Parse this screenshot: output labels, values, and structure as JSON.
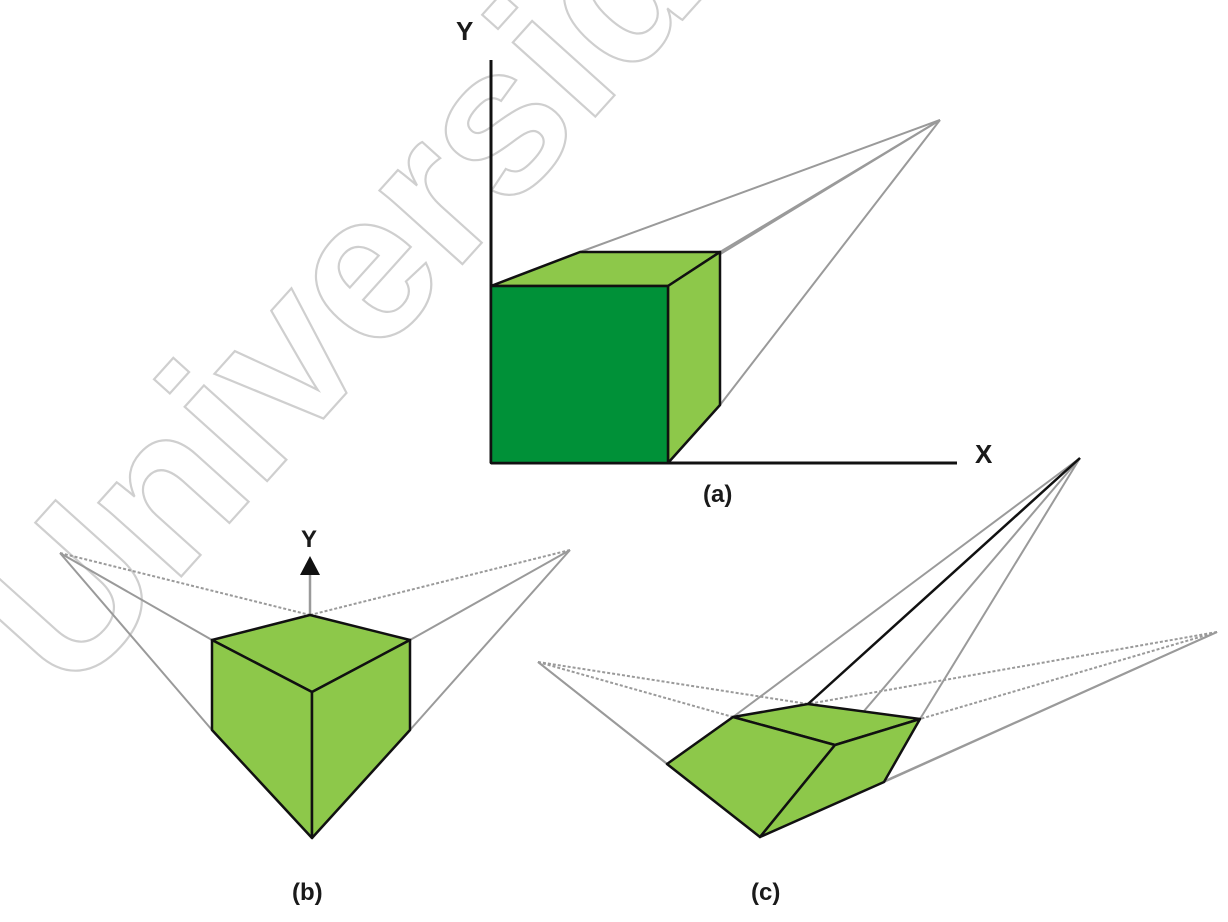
{
  "figure": {
    "panels": [
      {
        "id": "a",
        "caption": "(a)",
        "axis_labels": [
          "Y",
          "X"
        ]
      },
      {
        "id": "b",
        "caption": "(b)",
        "axis_labels": [
          "Y"
        ]
      },
      {
        "id": "c",
        "caption": "(c)"
      }
    ],
    "watermark": "Universidad",
    "colors": {
      "front_face": "#009138",
      "side_face": "#8dc84a",
      "edge": "#111111",
      "projection_line": "#9a9a9a"
    }
  }
}
